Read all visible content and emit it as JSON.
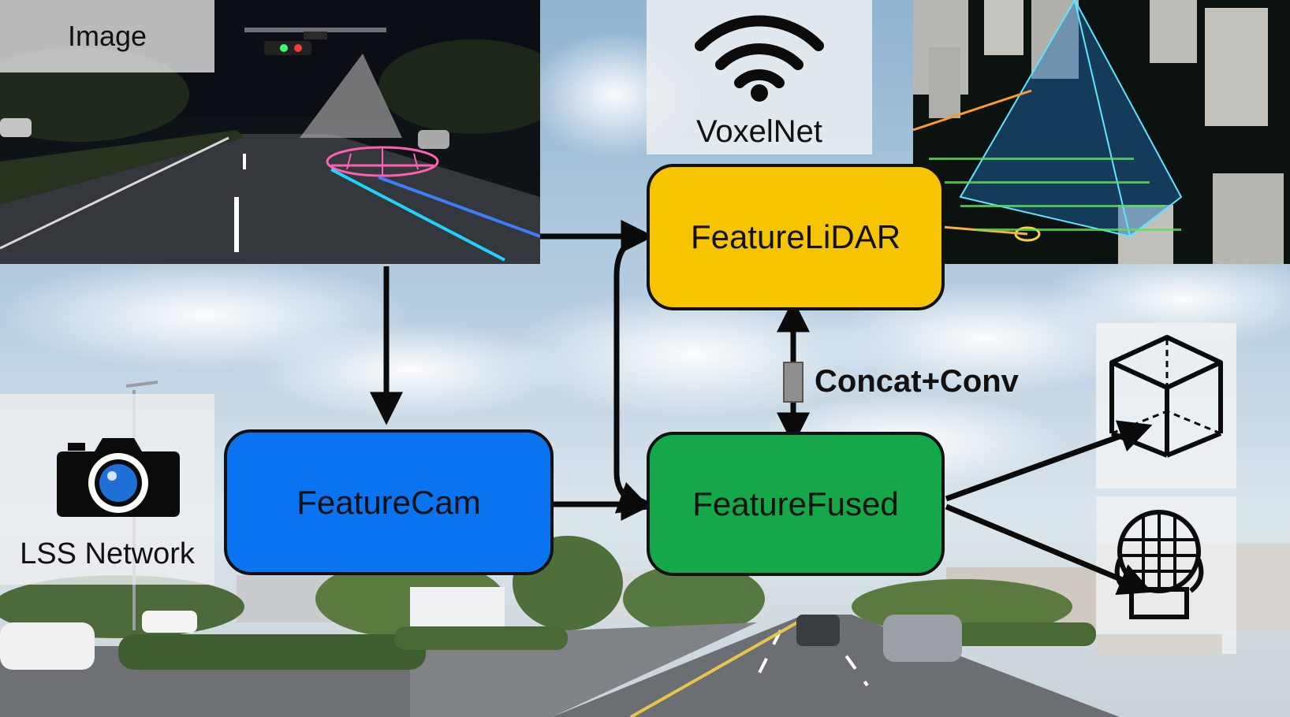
{
  "labels": {
    "image": "Image",
    "voxelnet": "VoxelNet",
    "lss": "LSS Network",
    "concat": "Concat+Conv"
  },
  "nodes": {
    "lidar": "FeatureLiDAR",
    "cam": "FeatureCam",
    "fused": "FeatureFused"
  },
  "colors": {
    "lidar": "#f7c500",
    "cam": "#0a73f0",
    "fused": "#14a84a"
  },
  "icons": {
    "wifi": "wifi-icon",
    "camera": "camera-icon",
    "cube": "cube-icon",
    "mesh_globe": "mesh-globe-icon"
  }
}
